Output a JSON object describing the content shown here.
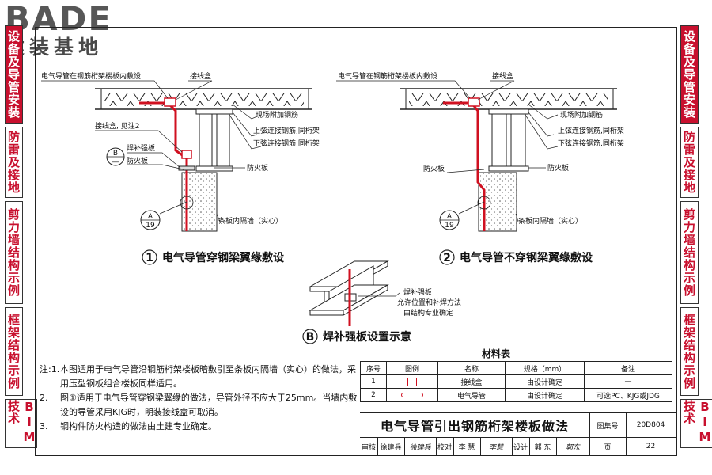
{
  "logo": {
    "brand": "BADE",
    "sub": "建装基地"
  },
  "tabs_left": [
    {
      "label": "设备及导管安装",
      "active": true
    },
    {
      "label": "防雷及接地",
      "active": false
    },
    {
      "label": "剪力墙结构示例",
      "active": false
    },
    {
      "label": "框架结构示例",
      "active": false
    },
    {
      "label": "BIM技术",
      "active": false
    }
  ],
  "tabs_right": [
    {
      "label": "设备及导管安装",
      "active": true
    },
    {
      "label": "防雷及接地",
      "active": false
    },
    {
      "label": "剪力墙结构示例",
      "active": false
    },
    {
      "label": "框架结构示例",
      "active": false
    },
    {
      "label": "BIM技术",
      "active": false
    }
  ],
  "diagram1": {
    "title_num": "1",
    "title": "电气导管穿钢梁翼缘敷设",
    "labels": {
      "conduit_in_slab": "电气导管在钢筋桁架楼板内敷设",
      "junction_box": "接线盒",
      "site_rebar": "现场附加钢筋",
      "upper_rebar": "上弦连接钢筋,同桁架",
      "lower_rebar": "下弦连接钢筋,同桁架",
      "junction_box_see": "接线盒, 见注2",
      "reinforce_plate": "焊补强板",
      "fire_board": "防火板",
      "fire_board_2": "防火板",
      "partition": "条板内隔墙（实心）"
    },
    "callout_b": {
      "top": "B",
      "bottom": "—"
    },
    "callout_a": {
      "top": "A",
      "bottom": "19"
    }
  },
  "diagram2": {
    "title_num": "2",
    "title": "电气导管不穿钢梁翼缘敷设",
    "labels": {
      "conduit_in_slab": "电气导管在钢筋桁架楼板内敷设",
      "junction_box": "接线盒",
      "site_rebar": "现场附加钢筋",
      "upper_rebar": "上弦连接钢筋,同桁架",
      "lower_rebar": "下弦连接钢筋,同桁架",
      "fire_board_left": "防火板",
      "fire_board_right": "防火板",
      "partition": "条板内隔墙（实心）"
    },
    "callout_a": {
      "top": "A",
      "bottom": "19"
    }
  },
  "diagramB": {
    "title_num": "B",
    "title": "焊补强板设置示意",
    "labels": {
      "plate": "焊补强板",
      "position": "允许位置和补焊方法",
      "by_struct": "由结构专业确定"
    }
  },
  "notes": {
    "prefix": "注:",
    "items": [
      {
        "num": "1.",
        "text": "本图适用于电气导管沿钢筋桁架楼板暗敷引至条板内隔墙（实心）的做法，采用压型钢板组合楼板同样适用。"
      },
      {
        "num": "2.",
        "text": "图①适用于电气导管穿钢梁翼缘的做法，导管外径不应大于25mm。当墙内敷设的导管采用KJG时，明装接线盒可取消。"
      },
      {
        "num": "3.",
        "text": "钢构件防火构造的做法由土建专业确定。"
      }
    ]
  },
  "materials": {
    "title": "材料表",
    "headers": [
      "序号",
      "图例",
      "名称",
      "规格（mm）",
      "备注"
    ],
    "rows": [
      {
        "no": "1",
        "symbol": "box",
        "name": "接线盒",
        "spec": "由设计确定",
        "note": "—"
      },
      {
        "no": "2",
        "symbol": "pipe",
        "name": "电气导管",
        "spec": "由设计确定",
        "note": "可选PC、KJG或JDG"
      }
    ]
  },
  "title_block": {
    "title": "电气导管引出钢筋桁架楼板做法",
    "atlas_label": "图集号",
    "atlas_no": "20D804",
    "page_label": "页",
    "page_no": "22",
    "review_label": "审核",
    "reviewer": "徐建兵",
    "review_sig": "徐建兵",
    "check_label": "校对",
    "checker": "李 慧",
    "check_sig": "李慧",
    "design_label": "设计",
    "designer": "郭 东",
    "design_sig": "郭东"
  },
  "colors": {
    "accent": "#c8102e",
    "conduit": "#d01020"
  }
}
